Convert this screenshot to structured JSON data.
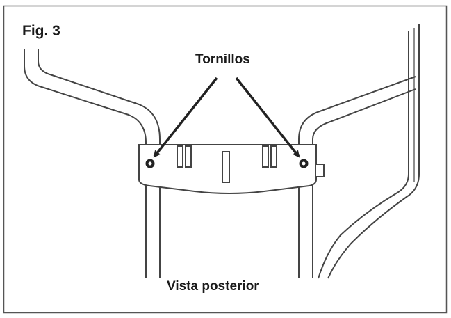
{
  "figure": {
    "number_label": "Fig. 3",
    "callout_label": "Tornillos",
    "view_label": "Vista posterior"
  },
  "colors": {
    "frame": "#555555",
    "line": "#444444",
    "arrow": "#222222",
    "text": "#1a1a1a"
  }
}
